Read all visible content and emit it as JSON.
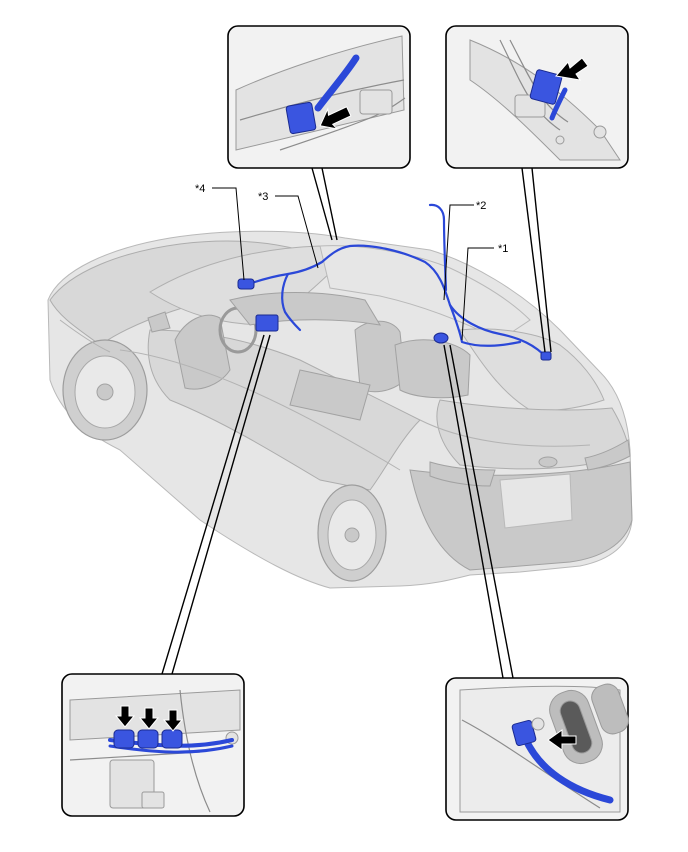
{
  "callouts": {
    "c1": "*1",
    "c2": "*2",
    "c3": "*3",
    "c4": "*4"
  },
  "colors": {
    "harness": "#2b48d8",
    "connector": "#3a55e0",
    "car_body": "#e0e0e0",
    "frame": "#000000"
  },
  "icons": {
    "pointer_arrow": "black-arrow-icon"
  }
}
